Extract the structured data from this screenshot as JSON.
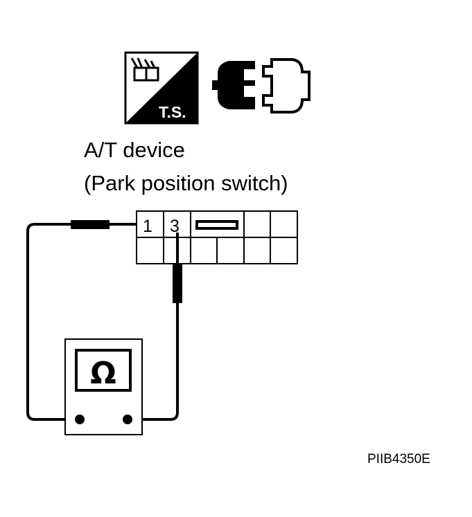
{
  "icons": {
    "ts_label": "T.S.",
    "connector_icon": "connector-disconnected-icon",
    "ts_icon": "tech-service-icon"
  },
  "device": {
    "line1": "A/T device",
    "line2": "(Park position switch)"
  },
  "connector": {
    "pin_a": "1",
    "pin_b": "3"
  },
  "meter": {
    "symbol": "Ω",
    "icon": "ohmmeter-icon"
  },
  "reference": "PIIB4350E"
}
